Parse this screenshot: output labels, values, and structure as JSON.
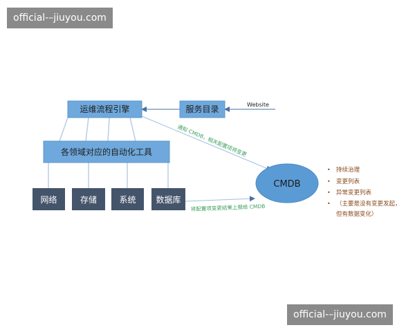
{
  "watermark": "official-–jiuyou.com",
  "nodes": {
    "workflow_engine": "运维流程引擎",
    "service_catalog": "服务目录",
    "automation_tools": "各领域对应的自动化工具",
    "network": "网络",
    "storage": "存储",
    "system": "系统",
    "database": "数据库",
    "cmdb": "CMDB"
  },
  "edges": {
    "website": "Website",
    "notify": "通知 CMDB，相关配置项将变更",
    "report": "将配置项变更结果上报给 CMDB"
  },
  "notes": [
    {
      "bullet": "•",
      "lines": [
        "持续治理"
      ]
    },
    {
      "bullet": "•",
      "lines": [
        "变更列表"
      ]
    },
    {
      "bullet": "•",
      "lines": [
        "异常变更列表"
      ]
    },
    {
      "bullet": "•",
      "lines": [
        "（主要是没有变更发起，",
        "但有数据变化）"
      ]
    }
  ],
  "colors": {
    "light_box": "#6fa8dc",
    "dark_box": "#44546a",
    "cmdb_ellipse": "#5b9bd5",
    "connector": "#b9cde4",
    "arrow": "#4a6fa5",
    "label_green": "#3a9e5c",
    "note_brown": "#8a4b1e"
  }
}
